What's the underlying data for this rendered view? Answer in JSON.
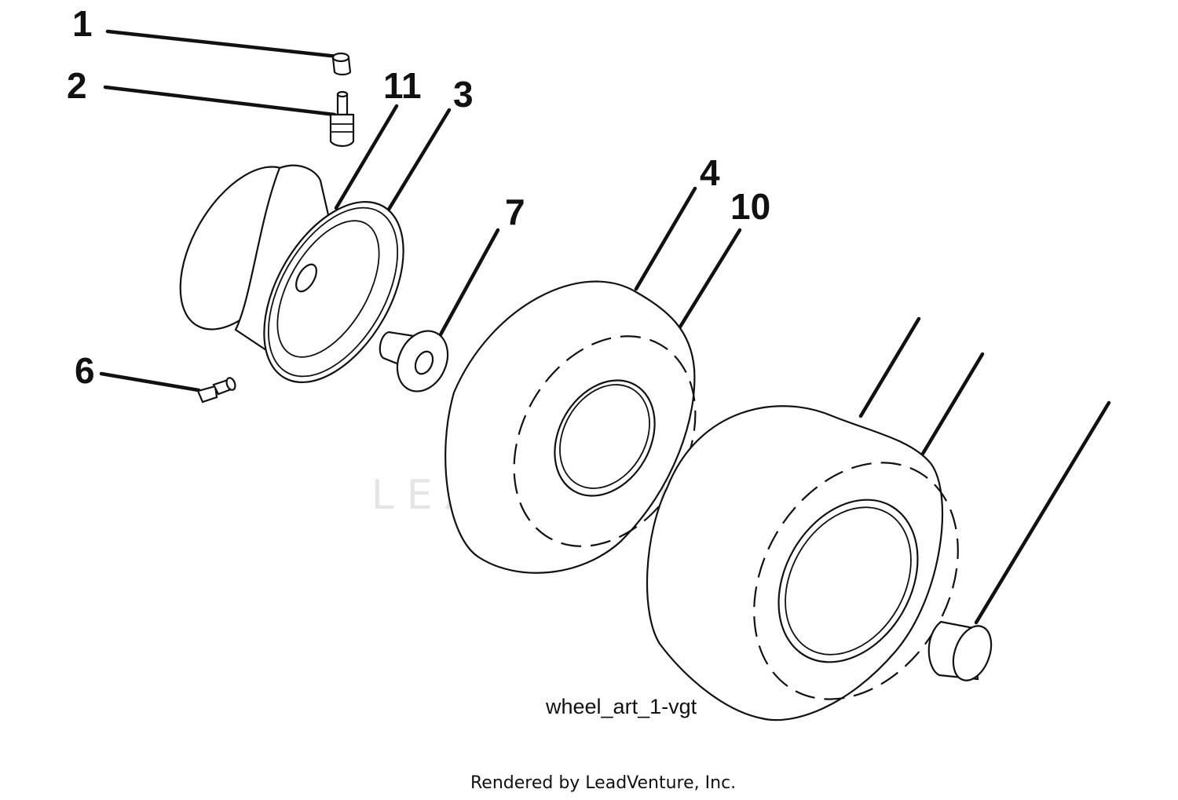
{
  "diagram": {
    "callouts": {
      "c1": "1",
      "c2": "2",
      "c11": "11",
      "c3": "3",
      "c4": "4",
      "c10": "10",
      "c7": "7",
      "c6": "6"
    },
    "caption": "wheel_art_1-vgt",
    "watermark": "LEADVENTURE",
    "footer": "Rendered by LeadVenture, Inc."
  }
}
